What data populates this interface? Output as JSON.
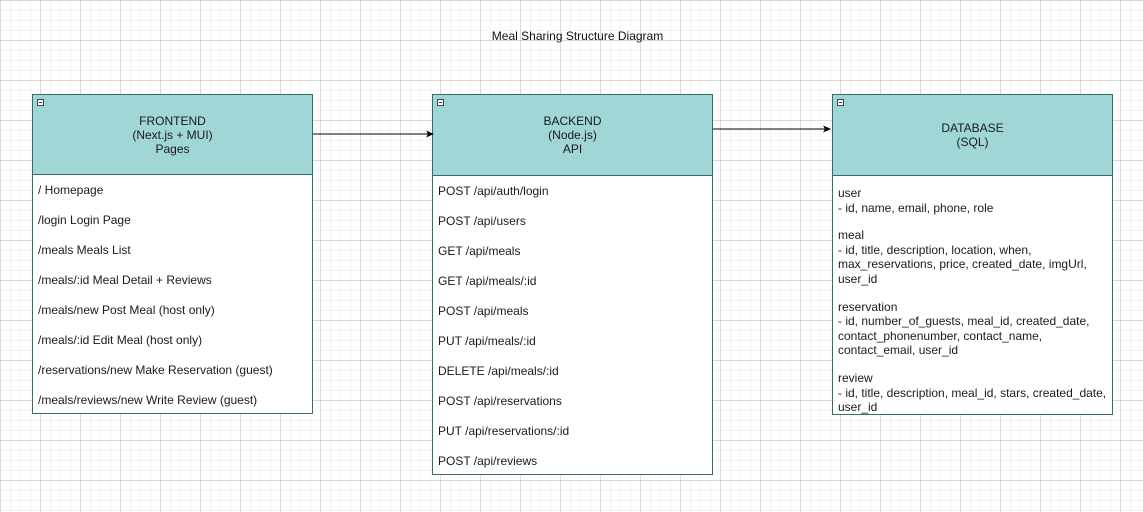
{
  "diagram": {
    "title": "Meal Sharing Structure Diagram"
  },
  "frontend": {
    "header": [
      "FRONTEND",
      "(Next.js + MUI)",
      "Pages"
    ],
    "rows": [
      "/ Homepage",
      "/login Login Page",
      "/meals Meals List",
      "/meals/:id Meal Detail + Reviews",
      "/meals/new Post Meal (host only)",
      "/meals/:id Edit Meal (host only)",
      "/reservations/new Make Reservation (guest)",
      "/meals/reviews/new Write Review (guest)"
    ]
  },
  "backend": {
    "header": [
      "BACKEND",
      "(Node.js)",
      "API"
    ],
    "rows": [
      "POST  /api/auth/login",
      "POST  /api/users",
      "GET  /api/meals",
      "GET  /api/meals/:id",
      "POST  /api/meals",
      "PUT  /api/meals/:id",
      "DELETE  /api/meals/:id",
      "POST /api/reservations",
      "PUT  /api/reservations/:id",
      "POST /api/reviews"
    ]
  },
  "database": {
    "header": [
      "DATABASE",
      "(SQL)"
    ],
    "tables": [
      {
        "name": "user",
        "lines": [
          "- id, name, email, phone, role"
        ]
      },
      {
        "name": "meal",
        "lines": [
          "- id, title, description, location, when,",
          "max_reservations, price, created_date, imgUrl,",
          "user_id"
        ]
      },
      {
        "name": "reservation",
        "lines": [
          "- id, number_of_guests, meal_id, created_date,",
          "contact_phonenumber, contact_name,",
          "contact_email, user_id"
        ]
      },
      {
        "name": "review",
        "lines": [
          "- id, title, description, meal_id, stars, created_date,",
          "user_id"
        ]
      }
    ]
  },
  "colors": {
    "header_fill": "#a1d6d7",
    "border": "#3a6a6a",
    "arrow": "#000000"
  }
}
